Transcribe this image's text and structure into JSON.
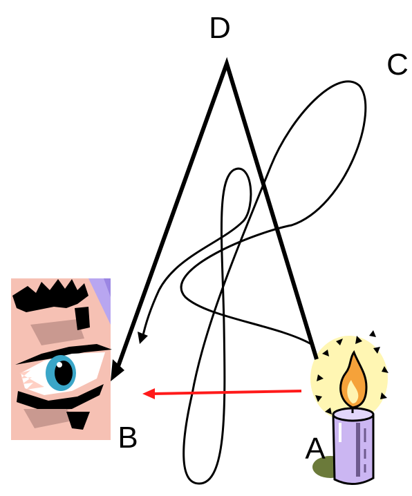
{
  "labels": {
    "a": "A",
    "b": "B",
    "c": "C",
    "d": "D"
  },
  "colors": {
    "direct_arrow": "#ff1a1a",
    "path_stroke": "#000000",
    "skin": "#f6c1b4",
    "skin_shadow": "#c99990",
    "face_accent": "#b8a6f0",
    "iris": "#3aa6c8",
    "candle_body": "#cbb6f2",
    "candle_dark": "#6e5a8e",
    "flame_outer": "#f5a23a",
    "flame_inner": "#fff3b0",
    "glow": "#fff6b3"
  },
  "icons": {
    "observer": "eye-icon",
    "source": "candle-icon"
  }
}
